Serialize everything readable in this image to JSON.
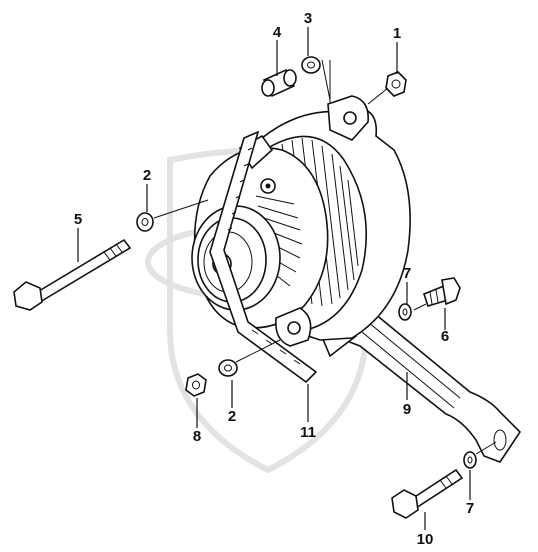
{
  "colors": {
    "ink": "#111111",
    "watermark": "#e3e3e3",
    "background": "#ffffff"
  },
  "callouts": {
    "c1": "1",
    "c2a": "2",
    "c2b": "2",
    "c3": "3",
    "c4": "4",
    "c5": "5",
    "c6": "6",
    "c7a": "7",
    "c7b": "7",
    "c8": "8",
    "c9": "9",
    "c10": "10",
    "c11": "11"
  }
}
